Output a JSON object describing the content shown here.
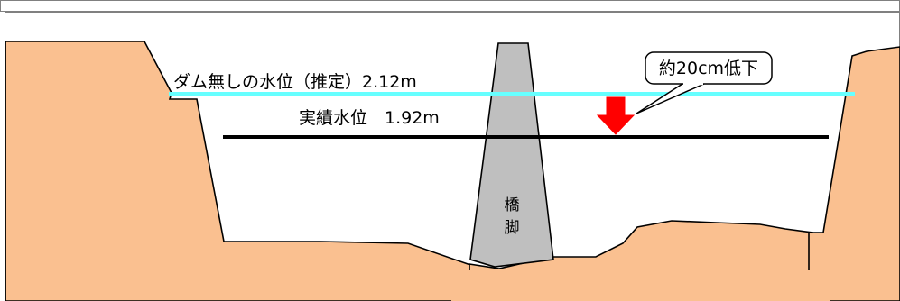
{
  "labels": {
    "no_dam_level": "ダム無しの水位（推定）2.12m",
    "actual_level": "実績水位　1.92m",
    "callout": "約20cm低下",
    "pier": [
      "橋",
      "脚"
    ]
  },
  "colors": {
    "ground": "#FAC090",
    "pier": "#BFBFBF",
    "no_dam_line": "#66FFFF",
    "actual_line": "#000000",
    "arrow": "#FF0000",
    "frame": "#808080"
  }
}
